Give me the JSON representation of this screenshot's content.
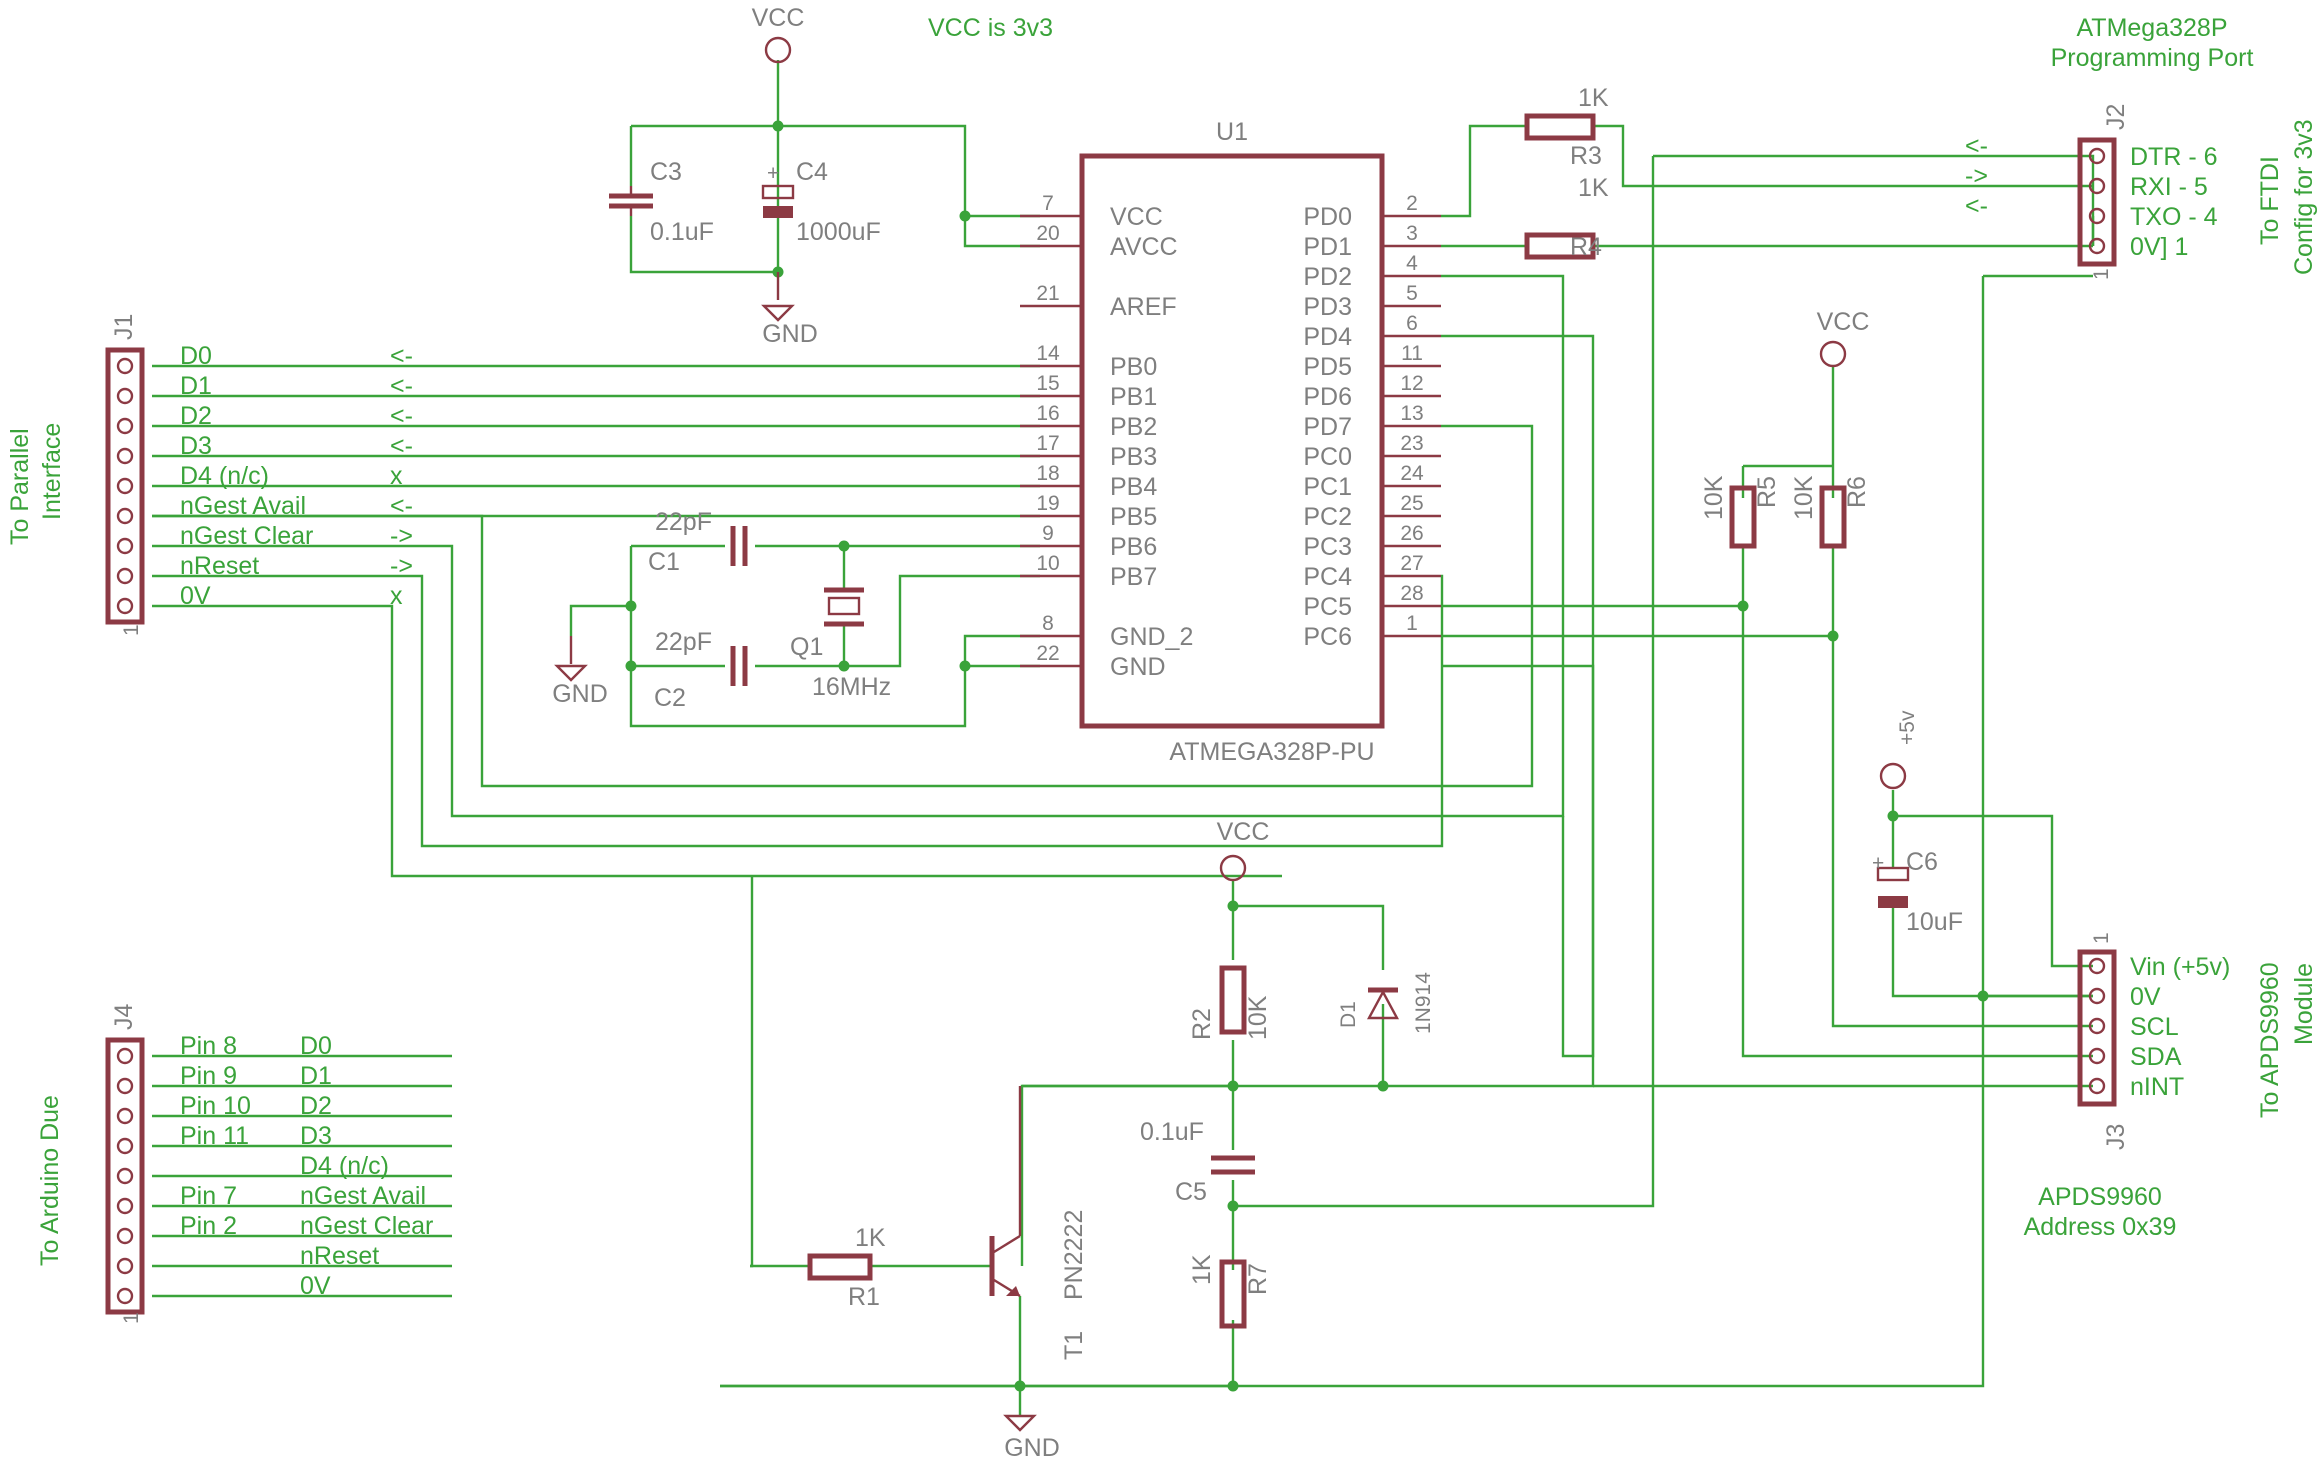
{
  "notes": {
    "vcc_note": "VCC is 3v3",
    "j2_title1": "ATMega328P",
    "j2_title2": "Programming Port",
    "j2_side1": "To FTDI",
    "j2_side2": "Config for 3v3",
    "j1_side1": "To Parallel",
    "j1_side2": "Interface",
    "j3_side1": "To APDS9960",
    "j3_side2": "Module",
    "j4_side": "To Arduino Due",
    "apds1": "APDS9960",
    "apds2": "Address 0x39"
  },
  "supplies": {
    "vcc": "VCC",
    "gnd": "GND",
    "plus5": "+5v"
  },
  "ic": {
    "ref": "U1",
    "value": "ATMEGA328P-PU",
    "left_pins": [
      {
        "num": "7",
        "name": "VCC"
      },
      {
        "num": "20",
        "name": "AVCC"
      },
      {
        "num": "21",
        "name": "AREF"
      },
      {
        "num": "14",
        "name": "PB0"
      },
      {
        "num": "15",
        "name": "PB1"
      },
      {
        "num": "16",
        "name": "PB2"
      },
      {
        "num": "17",
        "name": "PB3"
      },
      {
        "num": "18",
        "name": "PB4"
      },
      {
        "num": "19",
        "name": "PB5"
      },
      {
        "num": "9",
        "name": "PB6"
      },
      {
        "num": "10",
        "name": "PB7"
      },
      {
        "num": "8",
        "name": "GND_2"
      },
      {
        "num": "22",
        "name": "GND"
      }
    ],
    "right_pins": [
      {
        "num": "2",
        "name": "PD0"
      },
      {
        "num": "3",
        "name": "PD1"
      },
      {
        "num": "4",
        "name": "PD2"
      },
      {
        "num": "5",
        "name": "PD3"
      },
      {
        "num": "6",
        "name": "PD4"
      },
      {
        "num": "11",
        "name": "PD5"
      },
      {
        "num": "12",
        "name": "PD6"
      },
      {
        "num": "13",
        "name": "PD7"
      },
      {
        "num": "23",
        "name": "PC0"
      },
      {
        "num": "24",
        "name": "PC1"
      },
      {
        "num": "25",
        "name": "PC2"
      },
      {
        "num": "26",
        "name": "PC3"
      },
      {
        "num": "27",
        "name": "PC4"
      },
      {
        "num": "28",
        "name": "PC5"
      },
      {
        "num": "1",
        "name": "PC6"
      }
    ]
  },
  "components": {
    "c3": {
      "ref": "C3",
      "value": "0.1uF"
    },
    "c4": {
      "ref": "C4",
      "value": "1000uF"
    },
    "c1": {
      "ref": "C1",
      "value": "22pF"
    },
    "c2": {
      "ref": "C2",
      "value": "22pF"
    },
    "q1": {
      "ref": "Q1",
      "value": "16MHz"
    },
    "r3": {
      "ref": "R3",
      "value": "1K"
    },
    "r4": {
      "ref": "R4",
      "value": "1K"
    },
    "r5": {
      "ref": "R5",
      "value": "10K"
    },
    "r6": {
      "ref": "R6",
      "value": "10K"
    },
    "c6": {
      "ref": "C6",
      "value": "10uF"
    },
    "r2": {
      "ref": "R2",
      "value": "10K"
    },
    "d1": {
      "ref": "D1",
      "value": "1N914"
    },
    "c5": {
      "ref": "C5",
      "value": "0.1uF"
    },
    "r7": {
      "ref": "R7",
      "value": "1K"
    },
    "r1": {
      "ref": "R1",
      "value": "1K"
    },
    "t1": {
      "ref": "T1",
      "value": "PN2222"
    }
  },
  "j1": {
    "ref": "J1",
    "pin1": "1",
    "rows": [
      {
        "name": "D0",
        "dir": "<-"
      },
      {
        "name": "D1",
        "dir": "<-"
      },
      {
        "name": "D2",
        "dir": "<-"
      },
      {
        "name": "D3",
        "dir": "<-"
      },
      {
        "name": "D4 (n/c)",
        "dir": "x"
      },
      {
        "name": "nGest Avail",
        "dir": "<-"
      },
      {
        "name": "nGest Clear",
        "dir": "->"
      },
      {
        "name": "nReset",
        "dir": "->"
      },
      {
        "name": "0V",
        "dir": "x"
      }
    ]
  },
  "j2": {
    "ref": "J2",
    "pin1": "1",
    "rows": [
      {
        "name": "DTR - 6",
        "dir": "<-"
      },
      {
        "name": "RXI - 5",
        "dir": "->"
      },
      {
        "name": "TXO - 4",
        "dir": "<-"
      },
      {
        "name": "0V] 1",
        "dir": ""
      }
    ]
  },
  "j3": {
    "ref": "J3",
    "pin1": "1",
    "rows": [
      "Vin (+5v)",
      "0V",
      "SCL",
      "SDA",
      "nINT"
    ]
  },
  "j4": {
    "ref": "J4",
    "pin1": "1",
    "rows": [
      {
        "pin": "Pin 8",
        "sig": "D0"
      },
      {
        "pin": "Pin 9",
        "sig": "D1"
      },
      {
        "pin": "Pin 10",
        "sig": "D2"
      },
      {
        "pin": "Pin 11",
        "sig": "D3"
      },
      {
        "pin": "",
        "sig": "D4 (n/c)"
      },
      {
        "pin": "Pin 7",
        "sig": "nGest Avail"
      },
      {
        "pin": "Pin 2",
        "sig": "nGest Clear"
      },
      {
        "pin": "",
        "sig": "nReset"
      },
      {
        "pin": "",
        "sig": "0V"
      }
    ]
  }
}
